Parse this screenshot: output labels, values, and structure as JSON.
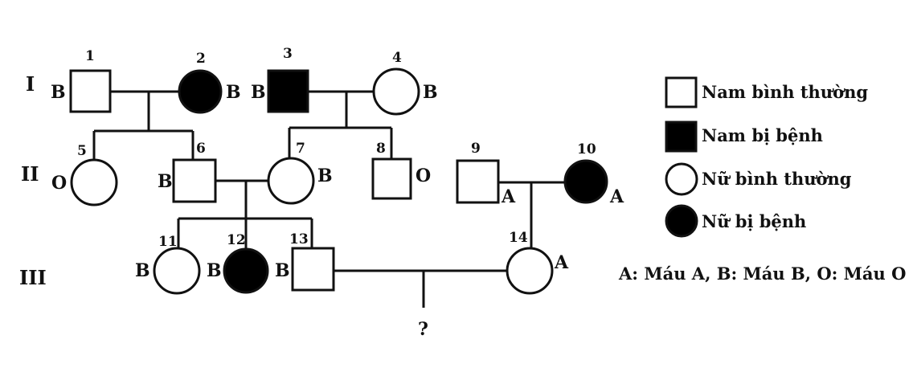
{
  "generations": [
    "I",
    "II",
    "III"
  ],
  "individuals": [
    {
      "id": "1",
      "sex": "male",
      "affected": false,
      "blood": "B"
    },
    {
      "id": "2",
      "sex": "female",
      "affected": true,
      "blood": "B"
    },
    {
      "id": "3",
      "sex": "male",
      "affected": true,
      "blood": "B"
    },
    {
      "id": "4",
      "sex": "female",
      "affected": false,
      "blood": "B"
    },
    {
      "id": "5",
      "sex": "female",
      "affected": false,
      "blood": "O"
    },
    {
      "id": "6",
      "sex": "male",
      "affected": false,
      "blood": "B"
    },
    {
      "id": "7",
      "sex": "female",
      "affected": false,
      "blood": "B"
    },
    {
      "id": "8",
      "sex": "male",
      "affected": false,
      "blood": "O"
    },
    {
      "id": "9",
      "sex": "male",
      "affected": false,
      "blood": "A"
    },
    {
      "id": "10",
      "sex": "female",
      "affected": true,
      "blood": "A"
    },
    {
      "id": "11",
      "sex": "female",
      "affected": false,
      "blood": "B"
    },
    {
      "id": "12",
      "sex": "female",
      "affected": true,
      "blood": "B"
    },
    {
      "id": "13",
      "sex": "male",
      "affected": false,
      "blood": "B"
    },
    {
      "id": "14",
      "sex": "female",
      "affected": false,
      "blood": "A"
    }
  ],
  "unknown_child": "?",
  "legend": {
    "items": [
      {
        "label": "Nam bình thường",
        "sex": "male",
        "affected": false
      },
      {
        "label": "Nam bị bệnh",
        "sex": "male",
        "affected": true
      },
      {
        "label": "Nữ bình thường",
        "sex": "female",
        "affected": false
      },
      {
        "label": "Nữ bị bệnh",
        "sex": "female",
        "affected": true
      }
    ],
    "blood_key": "A: Máu A, B: Máu B, O: Máu O"
  }
}
